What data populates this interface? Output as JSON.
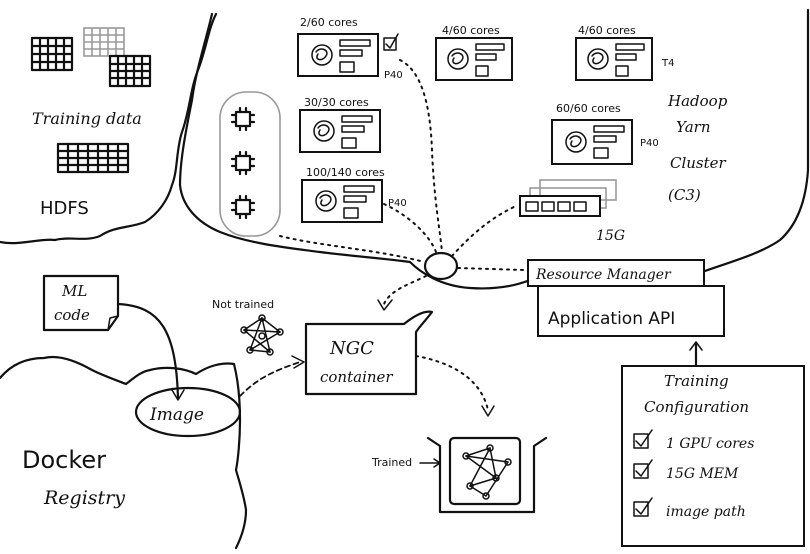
{
  "hdfs": {
    "training_data_label": "Training data",
    "hdfs_label": "HDFS"
  },
  "cluster": {
    "title_line1": "Hadoop",
    "title_line2": "Yarn",
    "title_line3": "Cluster",
    "title_line4": "(C3)",
    "servers": [
      {
        "cores": "2/60 cores",
        "gpu": "P40",
        "checked": true
      },
      {
        "cores": "4/60 cores",
        "gpu": ""
      },
      {
        "cores": "4/60 cores",
        "gpu": "T4"
      },
      {
        "cores": "30/30 cores",
        "gpu": ""
      },
      {
        "cores": "60/60 cores",
        "gpu": "P40"
      },
      {
        "cores": "100/140 cores",
        "gpu": "P40"
      }
    ],
    "memory_label": "15G",
    "resource_manager": "Resource Manager",
    "application_api": "Application API"
  },
  "ml_code": {
    "line1": "ML",
    "line2": "code"
  },
  "not_trained_label": "Not trained",
  "ngc": {
    "line1": "NGC",
    "line2": "container"
  },
  "trained_label": "Trained",
  "docker": {
    "title": "Docker",
    "subtitle": "Registry",
    "image_label": "Image"
  },
  "training_config": {
    "title_line1": "Training",
    "title_line2": "Configuration",
    "items": [
      "1 GPU cores",
      "15G MEM",
      "image path"
    ]
  }
}
